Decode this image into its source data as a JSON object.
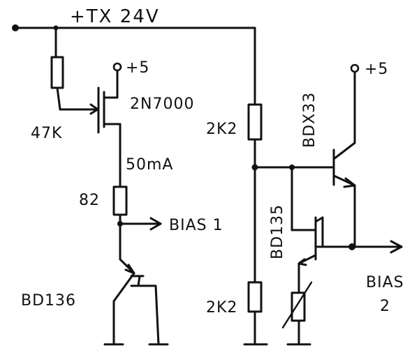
{
  "labels": {
    "supply_rail": "+TX 24V",
    "plus5_top": "+5",
    "plus5_right": "+5",
    "mosfet": "2N7000",
    "r_gate": "47K",
    "current": "50mA",
    "r_82": "82",
    "r_2k2_top": "2K2",
    "r_2k2_bottom": "2K2",
    "bias1": "BIAS 1",
    "bias2_line1": "BIAS",
    "bias2_line2": "2",
    "bdx33": "BDX33",
    "bd135": "BD135",
    "bd136": "BD136"
  }
}
